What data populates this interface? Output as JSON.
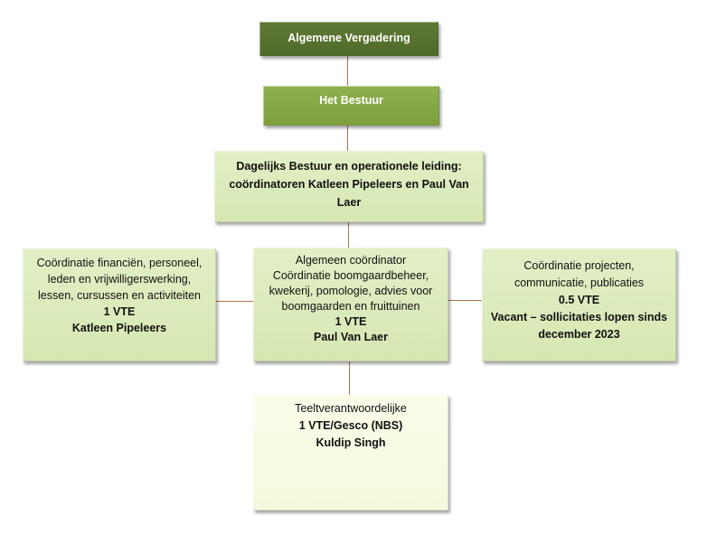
{
  "chart_title": "Organigram",
  "colors": {
    "connector": "#a8724a",
    "level1_fill": "#557130",
    "level2_fill": "#86a847",
    "level3_fill": "#dcebbc",
    "level5_fill": "#f8fbe4"
  },
  "nodes": {
    "algemene_vergadering": {
      "lines": [
        "Algemene Vergadering"
      ]
    },
    "bestuur": {
      "lines": [
        "Het Bestuur"
      ]
    },
    "dagelijks_bestuur": {
      "lines": [
        "Dagelijks Bestuur en operationele leiding:",
        "coördinatoren Katleen Pipeleers en Paul Van",
        "Laer"
      ]
    },
    "financien": {
      "lines": [
        "Coördinatie financiën, personeel,",
        "leden en vrijwilligerswerking,",
        "lessen, cursussen en activiteiten"
      ],
      "fte": "1 VTE",
      "person": "Katleen Pipeleers"
    },
    "algemeen_coordinator": {
      "lines": [
        "Algemeen coördinator",
        "Coördinatie boomgaardbeheer,",
        "kwekerij, pomologie, advies voor",
        "boomgaarden en fruittuinen"
      ],
      "fte": "1 VTE",
      "person": "Paul Van Laer"
    },
    "projecten": {
      "lines": [
        "Coördinatie  projecten,",
        "communicatie, publicaties"
      ],
      "fte": "0.5 VTE",
      "person_lines": [
        "Vacant – sollicitaties lopen sinds",
        "december 2023"
      ]
    },
    "teelt": {
      "lines": [
        "Teeltverantwoordelijke"
      ],
      "fte": "1 VTE/Gesco (NBS)",
      "person": "Kuldip Singh"
    }
  }
}
